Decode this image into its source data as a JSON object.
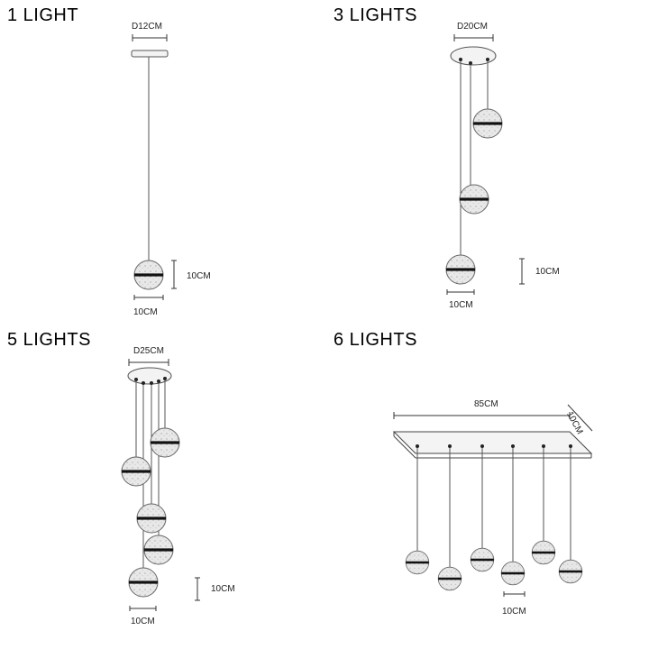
{
  "panels": {
    "one": {
      "title": "1 LIGHT",
      "canopy_dim": "D12CM",
      "height_dim": "10CM",
      "width_dim": "10CM"
    },
    "three": {
      "title": "3 LIGHTS",
      "canopy_dim": "D20CM",
      "height_dim": "10CM",
      "width_dim": "10CM"
    },
    "five": {
      "title": "5 LIGHTS",
      "canopy_dim": "D25CM",
      "height_dim": "10CM",
      "width_dim": "10CM"
    },
    "six": {
      "title": "6 LIGHTS",
      "length_dim": "85CM",
      "depth_dim": "10CM",
      "width_dim": "10CM"
    }
  },
  "colors": {
    "line": "#555555",
    "globe_fill": "#e9e9e9",
    "band": "#111111",
    "dim_line": "#333333"
  }
}
